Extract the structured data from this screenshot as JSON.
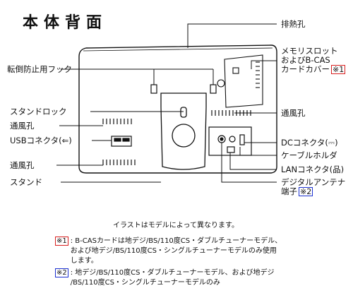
{
  "title": "本体背面",
  "labels": {
    "heat_vent": "排熱孔",
    "memory_slot_cover_line1": "メモリスロット",
    "memory_slot_cover_line2": "およびB-CAS",
    "memory_slot_cover_line3": "カードカバー",
    "tip_prevention_hook": "転倒防止用フック",
    "vent_right": "通風孔",
    "stand_lock": "スタンドロック",
    "vent_left_upper": "通風孔",
    "usb_connector": "USBコネクタ(⇐)",
    "dc_connector": "DCコネクタ(⎓)",
    "cable_holder": "ケーブルホルダ",
    "vent_left_lower": "通風孔",
    "lan_connector": "LANコネクタ(品)",
    "stand": "スタンド",
    "digital_antenna_line1": "デジタルアンテナ",
    "digital_antenna_line2": "端子"
  },
  "marks": {
    "note1": "※1",
    "note2": "※2"
  },
  "caption": "イラストはモデルによって異なります。",
  "notes": [
    {
      "mark": "※1",
      "line1": ": B-CASカードは地デジ/BS/110度CS・ダブルチューナーモデル、",
      "line2": "および地デジ/BS/110度CS・シングルチューナーモデルのみ使用",
      "line3": "します。"
    },
    {
      "mark": "※2",
      "line1": ": 地デジ/BS/110度CS・ダブルチューナーモデル、および地デジ",
      "line2": "/BS/110度CS・シングルチューナーモデルのみ"
    }
  ],
  "colors": {
    "note1_mark": "#d81e1e",
    "note2_mark": "#1a2fd0",
    "line": "#111111"
  }
}
